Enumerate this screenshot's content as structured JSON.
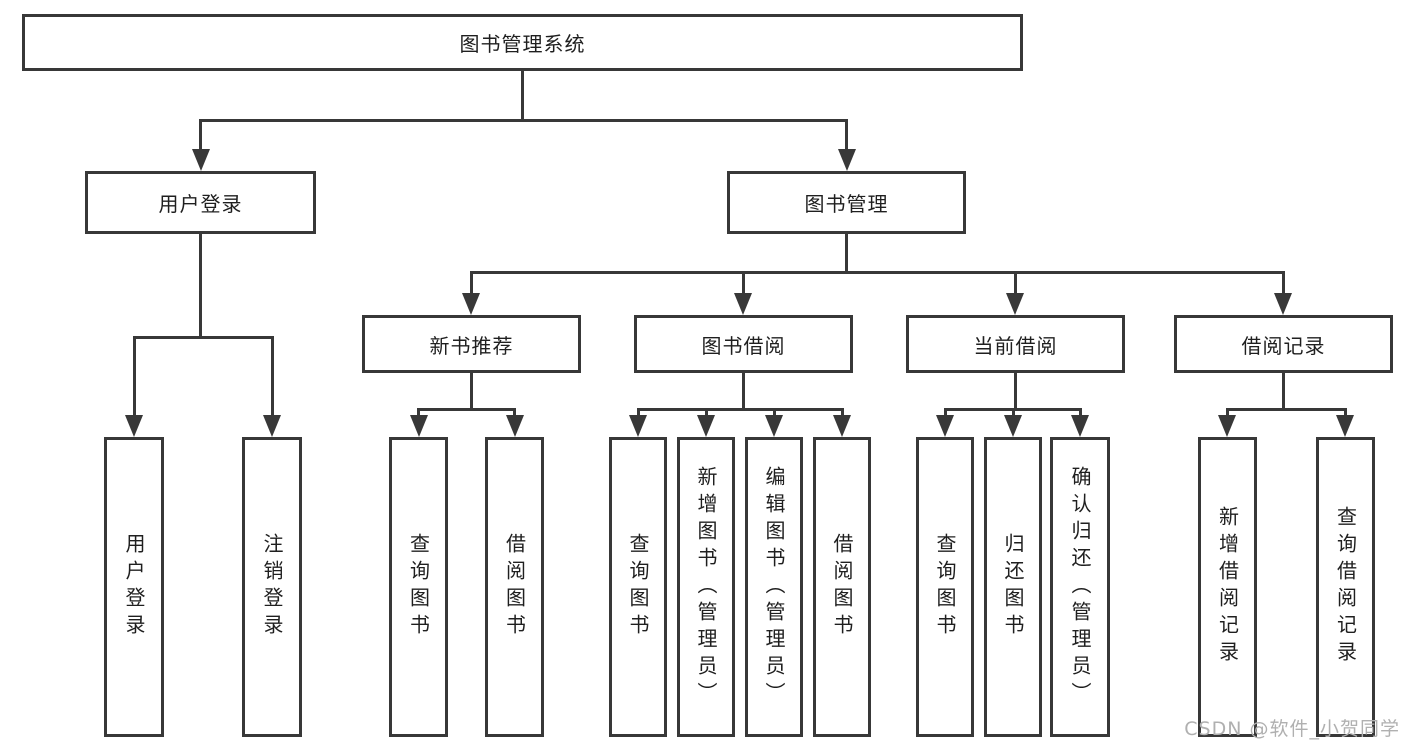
{
  "diagram": {
    "type": "hierarchy-tree",
    "root": "图书管理系统",
    "branches": [
      {
        "label": "用户登录",
        "children": [
          "用户登录",
          "注销登录"
        ]
      },
      {
        "label": "图书管理",
        "sections": [
          {
            "label": "新书推荐",
            "children": [
              "查询图书",
              "借阅图书"
            ]
          },
          {
            "label": "图书借阅",
            "children": [
              "查询图书",
              "新增图书（管理员）",
              "编辑图书（管理员）",
              "借阅图书"
            ]
          },
          {
            "label": "当前借阅",
            "children": [
              "查询图书",
              "归还图书",
              "确认归还（管理员）"
            ]
          },
          {
            "label": "借阅记录",
            "children": [
              "新增借阅记录",
              "查询借阅记录"
            ]
          }
        ]
      }
    ],
    "watermark": "CSDN @软件_小贺同学",
    "colors": {
      "line": "#383838",
      "text": "#1f1f1f",
      "watermark": "#b0b0b0",
      "background": "#ffffff"
    }
  }
}
